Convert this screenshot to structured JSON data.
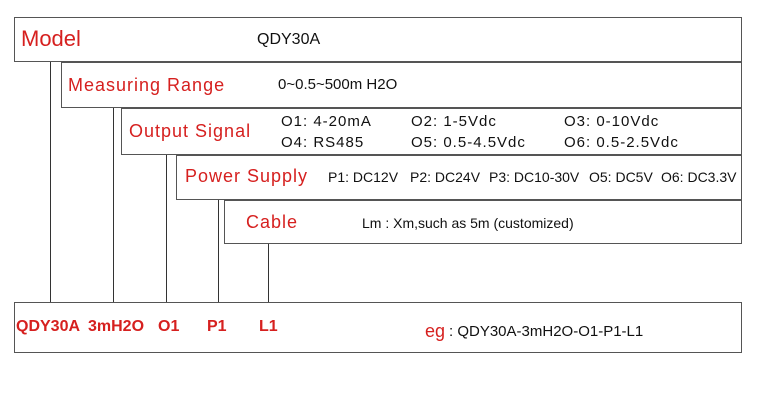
{
  "model": {
    "label": "Model",
    "value": "QDY30A"
  },
  "measuring_range": {
    "label": "Measuring Range",
    "value": "0~0.5~500m H2O"
  },
  "output_signal": {
    "label": "Output Signal",
    "options_row1": [
      "O1: 4-20mA",
      "O2: 1-5Vdc",
      "O3: 0-10Vdc"
    ],
    "options_row2": [
      "O4: RS485",
      "O5: 0.5-4.5Vdc",
      "O6: 0.5-2.5Vdc"
    ]
  },
  "power_supply": {
    "label": "Power Supply",
    "options": [
      "P1: DC12V",
      "P2: DC24V",
      "P3: DC10-30V",
      "O5: DC5V",
      "O6: DC3.3V"
    ]
  },
  "cable": {
    "label": "Cable",
    "value": "Lm : Xm,such as 5m (customized)"
  },
  "order_code": {
    "parts": [
      "QDY30A",
      "3mH2O",
      "O1",
      "P1",
      "L1"
    ],
    "example_label": "eg",
    "example_value": ": QDY30A-3mH2O-O1-P1-L1"
  },
  "colors": {
    "accent": "#d6201f",
    "border": "#555555"
  }
}
